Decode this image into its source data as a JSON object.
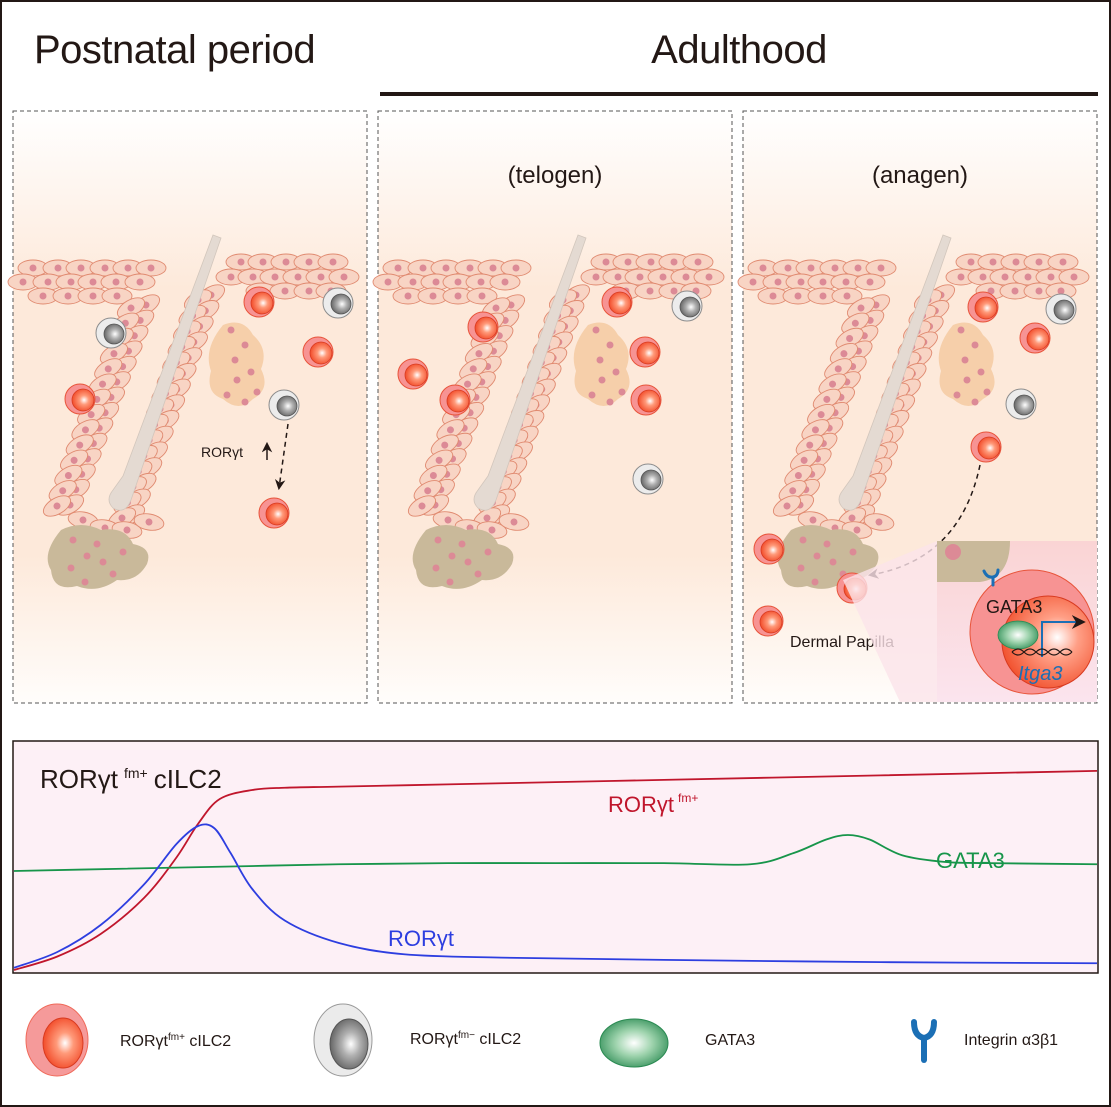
{
  "headers": {
    "postnatal": "Postnatal period",
    "adulthood": "Adulthood"
  },
  "panels": [
    {
      "id": "postnatal",
      "subtitle": "",
      "annotation": "RORγt"
    },
    {
      "id": "telogen",
      "subtitle": "(telogen)"
    },
    {
      "id": "anagen",
      "subtitle": "(anagen)",
      "dermal_papilla_label": "Dermal Papilla",
      "inset_gata3": "GATA3",
      "inset_gene": "Itga3"
    }
  ],
  "colors": {
    "ror_pos_cell": "#f05a3c",
    "ror_neg_cell": "#8c8c8c",
    "gata3": "#2e8b57",
    "integrin": "#1b6fb5",
    "ror_fm_line": "#c0162c",
    "gata3_line": "#17954a",
    "rorgt_line": "#2d3ee0",
    "skin_bg": "#fde8d8",
    "chart_bg": "#fdf0f6"
  },
  "chart_data": {
    "type": "line",
    "title": "RORγt fm+ cILC2",
    "title_main": "RORγt",
    "title_sup": "fm+",
    "title_tail": "cILC2",
    "xlabel": "",
    "ylabel": "",
    "grid": false,
    "x_range": [
      0,
      100
    ],
    "y_range": [
      0,
      100
    ],
    "series": [
      {
        "name": "RORγt fm+",
        "label_main": "RORγt",
        "label_sup": "fm+",
        "color": "#c0162c",
        "x": [
          0,
          4,
          8,
          12,
          15,
          17,
          19,
          22,
          25,
          30,
          40,
          50,
          60,
          70,
          80,
          90,
          100
        ],
        "y": [
          0,
          6,
          16,
          32,
          50,
          65,
          76,
          80,
          81,
          81.5,
          82.5,
          83.5,
          84.5,
          85.5,
          86.5,
          87.5,
          88.5
        ]
      },
      {
        "name": "GATA3",
        "label_main": "GATA3",
        "color": "#17954a",
        "x": [
          0,
          10,
          20,
          30,
          40,
          50,
          60,
          68,
          72,
          75,
          77,
          79,
          82,
          86,
          90,
          100
        ],
        "y": [
          44,
          45,
          46,
          47,
          47.5,
          47.5,
          47.5,
          47,
          52,
          58,
          60,
          58,
          51,
          48,
          47.5,
          47
        ]
      },
      {
        "name": "RORγt",
        "label_main": "RORγt",
        "color": "#2d3ee0",
        "x": [
          0,
          4,
          8,
          12,
          15,
          17,
          18.5,
          20,
          22,
          25,
          30,
          36,
          45,
          60,
          80,
          100
        ],
        "y": [
          1,
          8,
          20,
          38,
          56,
          64,
          63,
          52,
          36,
          22,
          12,
          7,
          5.5,
          4.5,
          3.5,
          3
        ]
      }
    ]
  },
  "legend": [
    {
      "name": "ror-pos",
      "label_main": "RORγt",
      "label_sup": "fm+",
      "label_tail": " cILC2"
    },
    {
      "name": "ror-neg",
      "label_main": "RORγt",
      "label_sup": "fm−",
      "label_tail": " cILC2"
    },
    {
      "name": "gata3",
      "label_main": "GATA3"
    },
    {
      "name": "integrin",
      "label_main": "Integrin α3β1"
    }
  ]
}
